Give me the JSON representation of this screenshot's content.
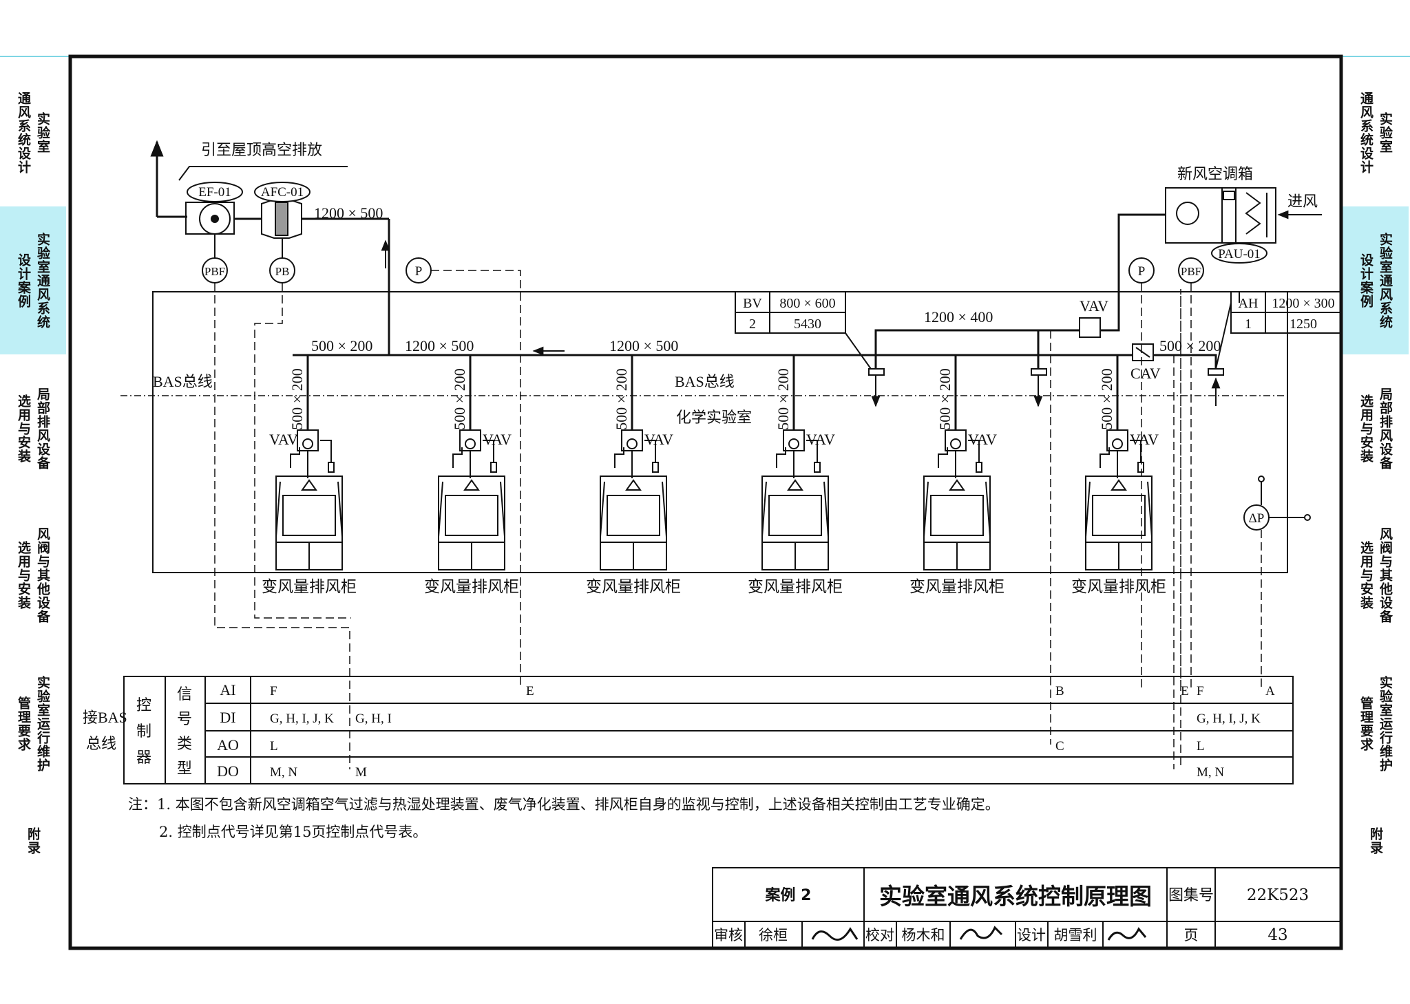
{
  "side_tabs": [
    {
      "lines": [
        "实验室",
        "通风系统设计"
      ]
    },
    {
      "lines": [
        "实验室通风系统",
        "设计案例"
      ]
    },
    {
      "lines": [
        "局部排风设备",
        "选用与安装"
      ]
    },
    {
      "lines": [
        "风阀与其他设备",
        "选用与安装"
      ]
    },
    {
      "lines": [
        "实验室运行维护",
        "管理要求"
      ]
    },
    {
      "lines": [
        "附录"
      ]
    }
  ],
  "diagram": {
    "roof_exhaust": "引至屋顶高空排放",
    "fresh_air_unit": "新风空调箱",
    "air_in": "进风",
    "ef": "EF-01",
    "afc": "AFC-01",
    "pau": "PAU-01",
    "pbf": "PBF",
    "pb": "PB",
    "p": "P",
    "dp": "ΔP",
    "duct_1200x500": "1200 × 500",
    "duct_500x200": "500 × 200",
    "duct_1200x400": "1200 × 400",
    "riser": "500 × 200",
    "vav": "VAV",
    "cav": "CAV",
    "bas_bus": "BAS总线",
    "room": "化学实验室",
    "hood_label": "变风量排风柜",
    "hood_count": 6,
    "bv_table": {
      "h1": "BV",
      "h2": "800 × 600",
      "v1": "2",
      "v2": "5430"
    },
    "ah_table": {
      "h1": "AH",
      "h2": "1200 × 300",
      "v1": "1",
      "v2": "1250"
    }
  },
  "signal_table": {
    "bas_label_1": "接BAS",
    "bas_label_2": "总线",
    "controller": "控制器",
    "signal_type": "信号类型",
    "rows": [
      "AI",
      "DI",
      "AO",
      "DO"
    ],
    "points": {
      "ai_f1": "F",
      "ai_e1": "E",
      "ai_b": "B",
      "ai_e2": "E",
      "ai_f2": "F",
      "ai_a": "A",
      "di_1": "G, H, I, J, K",
      "di_2": "G, H, I",
      "di_3": "G, H, I, J, K",
      "ao_l1": "L",
      "ao_c": "C",
      "ao_l2": "L",
      "do_mn1": "M, N",
      "do_m": "M",
      "do_mn2": "M, N"
    }
  },
  "notes": [
    "注：1. 本图不包含新风空调箱空气过滤与热湿处理装置、废气净化装置、排风柜自身的监视与控制，上述设备相关控制由工艺专业确定。",
    "2. 控制点代号详见第15页控制点代号表。"
  ],
  "title_block": {
    "case": "案例 2",
    "title": "实验室通风系统控制原理图",
    "atlas_label": "图集号",
    "atlas_no": "22K523",
    "review_label": "审核",
    "reviewer": "徐桓",
    "check_label": "校对",
    "checker": "杨木和",
    "design_label": "设计",
    "designer": "胡雪利",
    "page_label": "页",
    "page_no": "43"
  }
}
